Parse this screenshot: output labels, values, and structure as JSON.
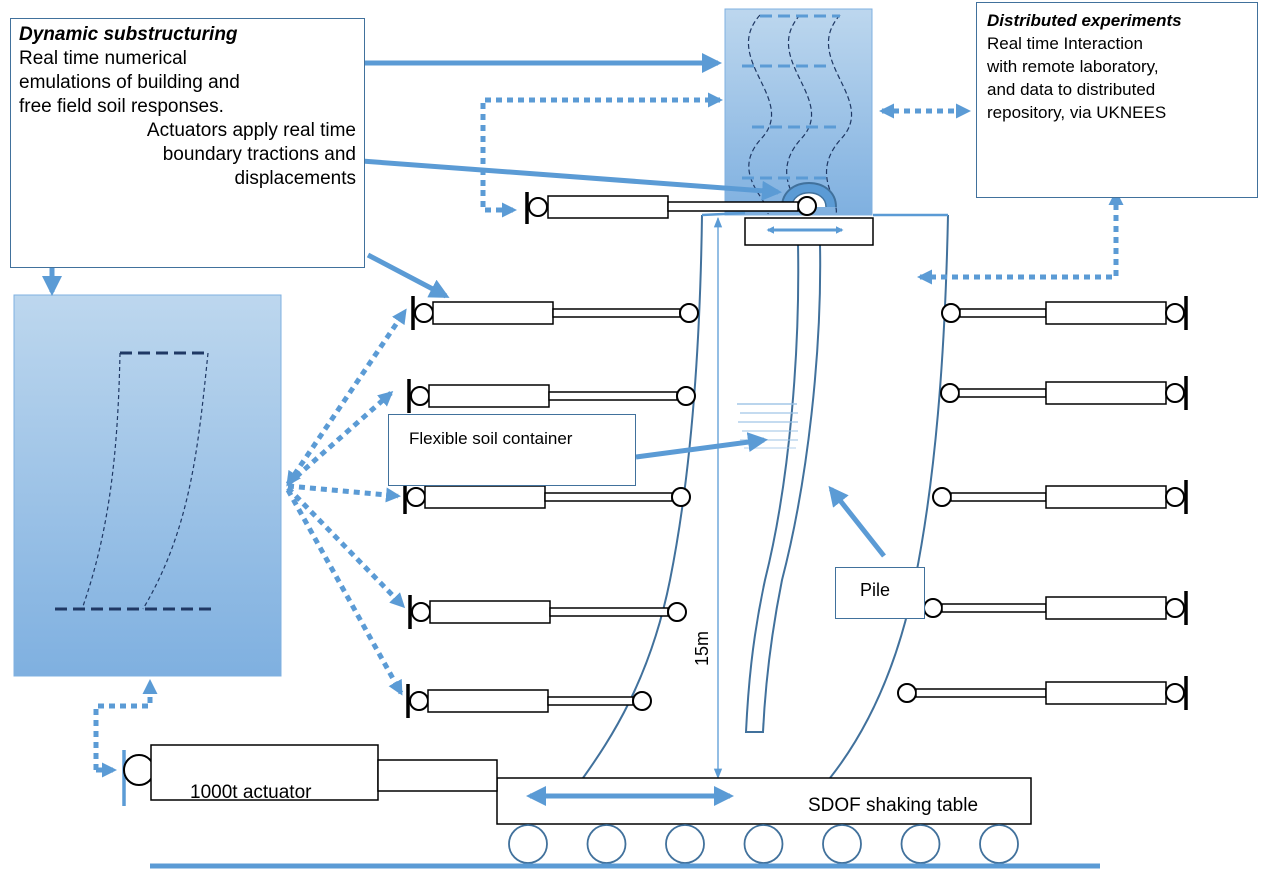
{
  "dynamic_box": {
    "title": "Dynamic substructuring",
    "line1": "Real time numerical",
    "line2": "emulations of building and",
    "line3": "free field soil responses.",
    "line4": "Actuators apply real time",
    "line5": "boundary tractions and",
    "line6": "displacements"
  },
  "distributed_box": {
    "title": "Distributed experiments",
    "line1": "Real time Interaction",
    "line2": "with remote laboratory,",
    "line3": "and data to distributed",
    "line4": "repository, via  UKNEES"
  },
  "flexible_box": {
    "label": "Flexible soil container"
  },
  "pile_box": {
    "label": "Pile"
  },
  "labels": {
    "actuator": "1000t actuator",
    "shaking_table": "SDOF shaking table",
    "height": "15m"
  },
  "colors": {
    "arrow": "#5b9bd5",
    "outline": "#41719c",
    "panel_top": "#bdd7ee",
    "panel_bottom": "#7fb0e0",
    "dash_dark": "#1f3864"
  },
  "counts": {
    "left_actuators": 5,
    "right_actuators": 5,
    "rollers": 7
  }
}
